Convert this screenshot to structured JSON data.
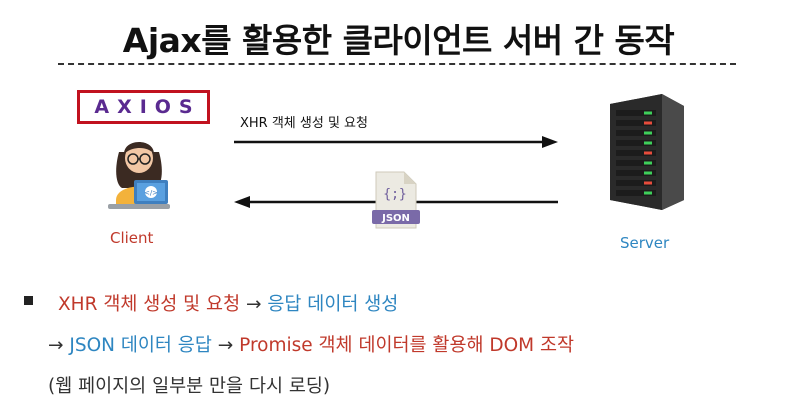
{
  "title": "Ajax를 활용한 클라이언트 서버 간 동작",
  "logo_text": "AXIOS",
  "client_label": "Client",
  "server_label": "Server",
  "json_badge": "JSON",
  "json_symbol": "{;}",
  "request_label": "XHR  객체 생성 및 요청",
  "flow": {
    "line1": {
      "step1": "XHR 객체 생성 및 요청",
      "arrow1": " → ",
      "step2": "응답 데이터 생성"
    },
    "line2": {
      "arrow_a": "→ ",
      "step3": "JSON 데이터 응답",
      "arrow_b": " → ",
      "step4": "Promise 객체 데이터를 활용해 DOM 조작"
    },
    "line3": "(웹 페이지의 일부분 만을 다시 로딩)"
  },
  "colors": {
    "accent_red": "#c0392b",
    "accent_blue": "#2e86c1",
    "logo_border": "#c1121f",
    "logo_text": "#5a2a90"
  }
}
